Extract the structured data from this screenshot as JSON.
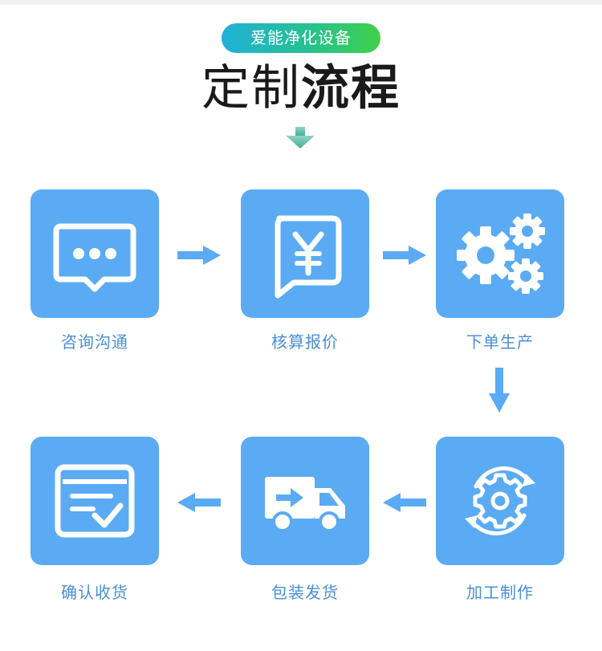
{
  "header": {
    "badge": "爱能净化设备",
    "title_light": "定制",
    "title_bold": "流程"
  },
  "steps": [
    {
      "label": "咨询沟通",
      "icon": "chat-bubble-icon"
    },
    {
      "label": "核算报价",
      "icon": "yen-quote-icon"
    },
    {
      "label": "下单生产",
      "icon": "gears-icon"
    },
    {
      "label": "加工制作",
      "icon": "gear-cycle-icon"
    },
    {
      "label": "包装发货",
      "icon": "delivery-truck-icon"
    },
    {
      "label": "确认收货",
      "icon": "receipt-check-icon"
    }
  ],
  "colors": {
    "tile": "#5aabf3",
    "label": "#4a8fd6",
    "arrow": "#5aabf3",
    "badge_start": "#1fb1d8",
    "badge_end": "#3fd14a"
  }
}
